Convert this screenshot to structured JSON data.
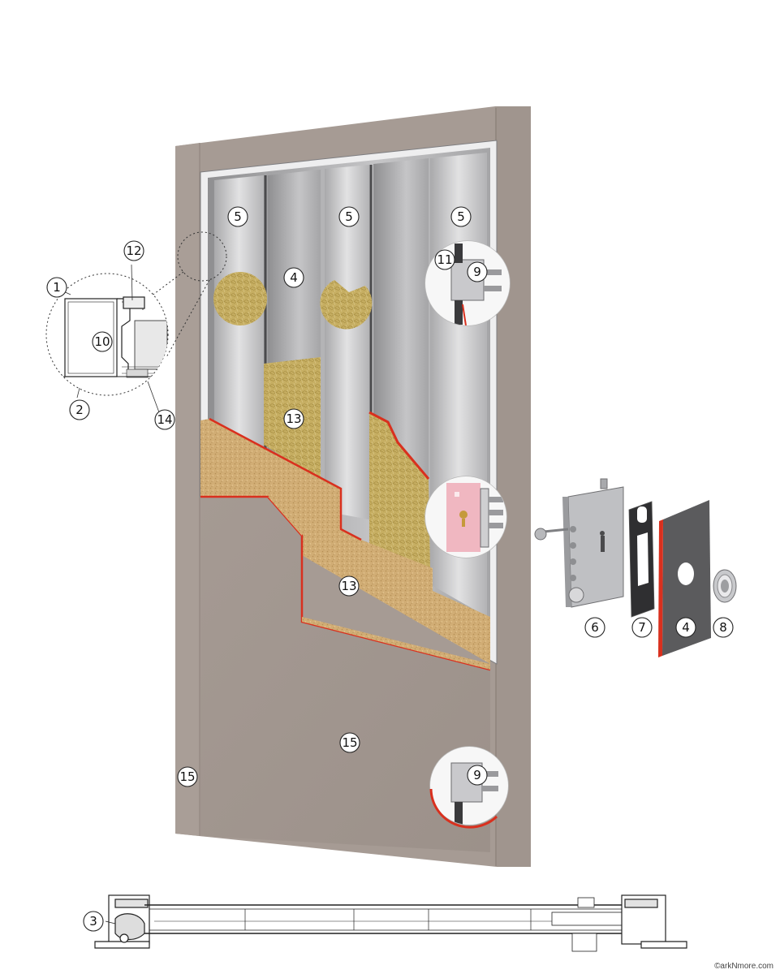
{
  "callouts": [
    {
      "id": "c5a",
      "label": "5"
    },
    {
      "id": "c5b",
      "label": "5"
    },
    {
      "id": "c5c",
      "label": "5"
    },
    {
      "id": "c4a",
      "label": "4"
    },
    {
      "id": "c11",
      "label": "11"
    },
    {
      "id": "c9a",
      "label": "9"
    },
    {
      "id": "c12",
      "label": "12"
    },
    {
      "id": "c1",
      "label": "1"
    },
    {
      "id": "c10",
      "label": "10"
    },
    {
      "id": "c2",
      "label": "2"
    },
    {
      "id": "c14",
      "label": "14"
    },
    {
      "id": "c13a",
      "label": "13"
    },
    {
      "id": "c13b",
      "label": "13"
    },
    {
      "id": "c6",
      "label": "6"
    },
    {
      "id": "c7",
      "label": "7"
    },
    {
      "id": "c4b",
      "label": "4"
    },
    {
      "id": "c8",
      "label": "8"
    },
    {
      "id": "c15a",
      "label": "15"
    },
    {
      "id": "c15b",
      "label": "15"
    },
    {
      "id": "c9b",
      "label": "9"
    },
    {
      "id": "c3",
      "label": "3"
    }
  ],
  "copyright": "©arkNmore.com",
  "colors": {
    "door_skin": "#a69b94",
    "frame": "#a0958e",
    "steel": "#c9c9cb",
    "wool": "#c9b469",
    "chipboard": "#d4b27a",
    "cut_edge": "#d9301e"
  }
}
